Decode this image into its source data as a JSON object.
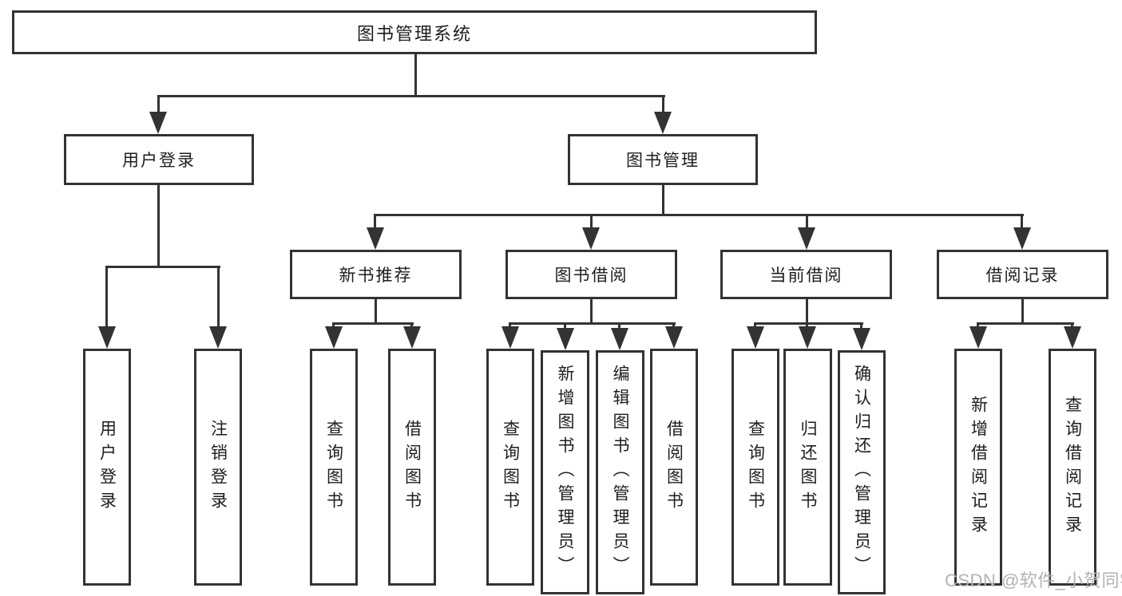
{
  "tree": {
    "root": {
      "label": "图书管理系统"
    },
    "children": [
      {
        "label": "用户登录",
        "children": [
          {
            "label": "用户登录"
          },
          {
            "label": "注销登录"
          }
        ]
      },
      {
        "label": "图书管理",
        "children": [
          {
            "label": "新书推荐",
            "children": [
              {
                "label": "查询图书"
              },
              {
                "label": "借阅图书"
              }
            ]
          },
          {
            "label": "图书借阅",
            "children": [
              {
                "label": "查询图书"
              },
              {
                "label": "新增图书（管理员）"
              },
              {
                "label": "编辑图书（管理员）"
              },
              {
                "label": "借阅图书"
              }
            ]
          },
          {
            "label": "当前借阅",
            "children": [
              {
                "label": "查询图书"
              },
              {
                "label": "归还图书"
              },
              {
                "label": "确认归还（管理员）"
              }
            ]
          },
          {
            "label": "借阅记录",
            "children": [
              {
                "label": "新增借阅记录"
              },
              {
                "label": "查询借阅记录"
              }
            ]
          }
        ]
      }
    ]
  },
  "watermark": "CSDN @软件_小贺同学",
  "colors": {
    "line": "#333333",
    "text": "#1d1d1d",
    "watermark": "#b2b2b2",
    "bg": "#ffffff"
  }
}
